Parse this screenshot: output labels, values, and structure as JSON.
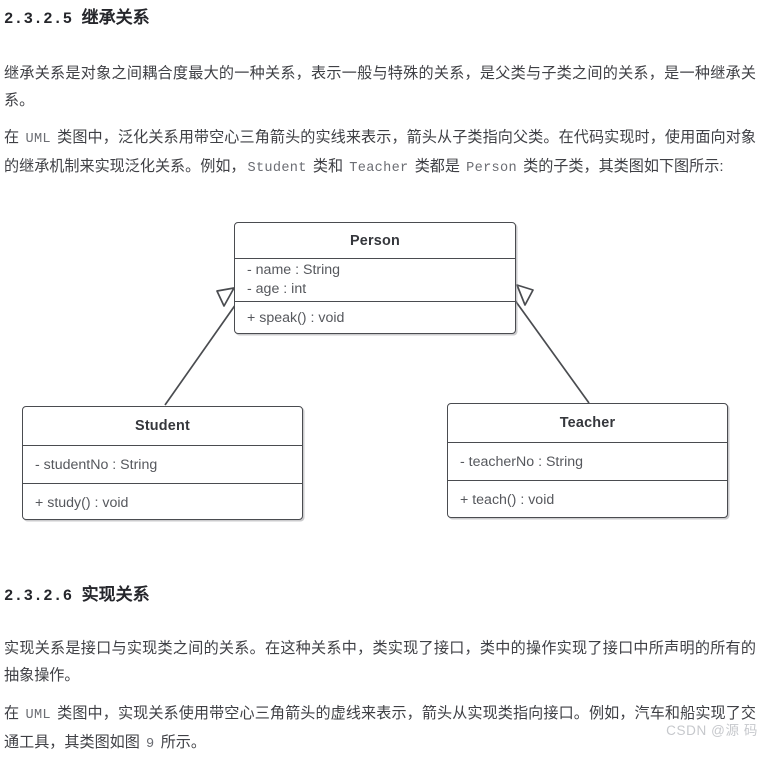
{
  "document": {
    "sections": [
      {
        "number": "2.3.2.5",
        "title": "继承关系"
      },
      {
        "number": "2.3.2.6",
        "title": "实现关系"
      }
    ],
    "paragraphs": {
      "p1": "继承关系是对象之间耦合度最大的一种关系，表示一般与特殊的关系，是父类与子类之间的关系，是一种继承关系。",
      "p2_a": "在 ",
      "p2_code1": "UML",
      "p2_b": " 类图中，泛化关系用带空心三角箭头的实线来表示，箭头从子类指向父类。在代码实现时，使用面向对象的继承机制来实现泛化关系。例如，",
      "p2_code2": "Student",
      "p2_c": " 类和 ",
      "p2_code3": "Teacher",
      "p2_d": " 类都是 ",
      "p2_code4": "Person",
      "p2_e": " 类的子类，其类图如下图所示:",
      "p3": "实现关系是接口与实现类之间的关系。在这种关系中，类实现了接口，类中的操作实现了接口中所声明的所有的抽象操作。",
      "p4_a": "在 ",
      "p4_code1": "UML",
      "p4_b": " 类图中，实现关系使用带空心三角箭头的虚线来表示，箭头从实现类指向接口。例如，汽车和船实现了交通工具，其类图如图 ",
      "p4_code2": "9",
      "p4_c": " 所示。"
    }
  },
  "diagram": {
    "type": "uml-class-diagram",
    "relationship": "generalization",
    "classes": [
      {
        "name": "Person",
        "attributes": [
          "- name : String",
          "- age : int"
        ],
        "operations": [
          "+ speak() : void"
        ]
      },
      {
        "name": "Student",
        "attributes": [
          "- studentNo : String"
        ],
        "operations": [
          "+ study() : void"
        ]
      },
      {
        "name": "Teacher",
        "attributes": [
          "- teacherNo : String"
        ],
        "operations": [
          "+ teach() : void"
        ]
      }
    ],
    "edges": [
      {
        "from": "Student",
        "to": "Person",
        "kind": "generalization",
        "arrow": "hollow-triangle"
      },
      {
        "from": "Teacher",
        "to": "Person",
        "kind": "generalization",
        "arrow": "hollow-triangle"
      }
    ],
    "colors": {
      "box_border": "#4a4c50",
      "box_fill": "#ffffff",
      "line": "#4a4c50",
      "name_text": "#35373c",
      "member_text": "#56585d"
    }
  },
  "watermark": {
    "text": "CSDN @源 码",
    "color": "#c6c8cc"
  }
}
